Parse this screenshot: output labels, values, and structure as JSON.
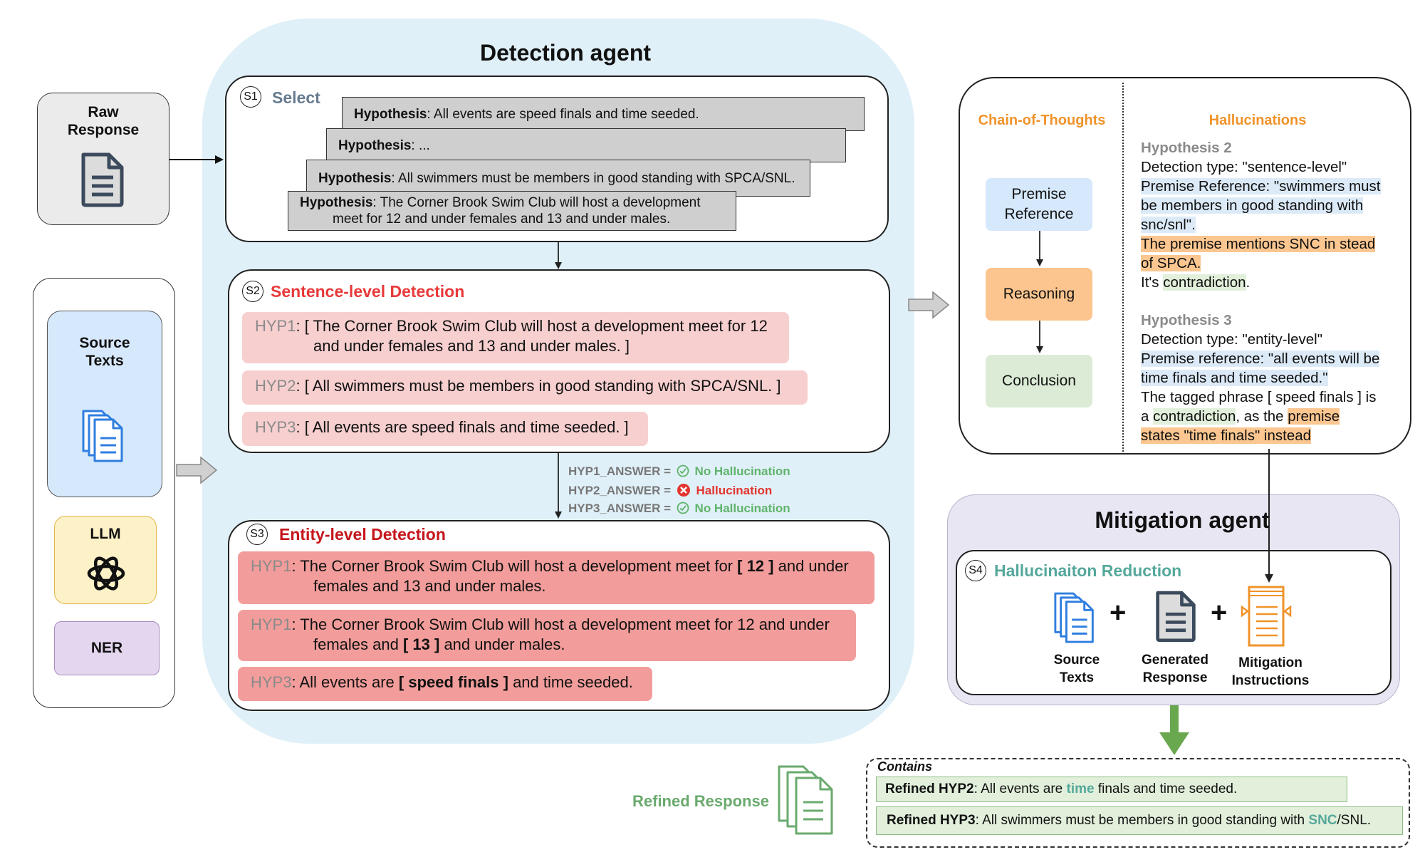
{
  "raw_response": {
    "label_line1": "Raw",
    "label_line2": "Response"
  },
  "inputs": {
    "source_texts_line1": "Source",
    "source_texts_line2": "Texts",
    "llm": "LLM",
    "ner": "NER"
  },
  "detection": {
    "title": "Detection agent",
    "s1": {
      "num": "S1",
      "title": "Select",
      "cards": [
        {
          "bold": "Hypothesis",
          "text": ": All events are speed finals and time seeded."
        },
        {
          "bold": "Hypothesis",
          "text": ": ..."
        },
        {
          "bold": "Hypothesis",
          "text": ": All swimmers must be members in good standing with SPCA/SNL."
        },
        {
          "bold": "Hypothesis",
          "text": ": The Corner Brook Swim Club will host a development",
          "line2": "meet for 12 and under females and 13 and under males."
        }
      ]
    },
    "s2": {
      "num": "S2",
      "title": "Sentence-level Detection",
      "rows": [
        {
          "tag": "HYP1",
          "text": ": [ The Corner Brook Swim Club will host a development meet for 12",
          "line2": "and under females and 13 and under males. ]"
        },
        {
          "tag": "HYP2",
          "text": ": [ All swimmers must be members in good standing with SPCA/SNL. ]"
        },
        {
          "tag": "HYP3",
          "text": ": [ All events are speed finals and time seeded. ]"
        }
      ]
    },
    "answers": [
      {
        "key": "HYP1_ANSWER =",
        "result": "No Hallucination",
        "status": "ok"
      },
      {
        "key": "HYP2_ANSWER =",
        "result": "Hallucination",
        "status": "bad"
      },
      {
        "key": "HYP3_ANSWER =",
        "result": "No Hallucination",
        "status": "ok"
      }
    ],
    "s3": {
      "num": "S3",
      "title": "Entity-level Detection",
      "rows": [
        {
          "tag": "HYP1",
          "pre": ": The Corner Brook Swim Club will host a development meet for ",
          "entity": "[ 12 ]",
          "post": " and under",
          "line2pre": "females and 13 and under males.",
          "line2entity": "",
          "line2post": ""
        },
        {
          "tag": "HYP1",
          "pre": ": The Corner Brook Swim Club will host a development meet for 12 and under",
          "entity": "",
          "post": "",
          "line2pre": "females and ",
          "line2entity": "[ 13 ]",
          "line2post": " and under males."
        },
        {
          "tag": "HYP3",
          "pre": ": All events are ",
          "entity": "[ speed finals ]",
          "post": " and time seeded."
        }
      ]
    }
  },
  "cot": {
    "title": "Chain-of-Thoughts",
    "steps": {
      "premise_line1": "Premise",
      "premise_line2": "Reference",
      "reasoning": "Reasoning",
      "conclusion": "Conclusion"
    }
  },
  "hallucinations": {
    "title": "Hallucinations",
    "h2": {
      "title": "Hypothesis 2",
      "type": "Detection type: \"sentence-level\"",
      "prem1": "Premise Reference: \"swimmers must",
      "prem2": "be members in good standing with",
      "prem3": "snc/snl\".",
      "reason1": "The premise mentions SNC in stead",
      "reason2": "of SPCA.",
      "concl_pre": "It's ",
      "concl_word": "contradiction",
      "concl_post": "."
    },
    "h3": {
      "title": "Hypothesis 3",
      "type": "Detection type: \"entity-level\"",
      "prem1": "Premise reference: \"all events will be",
      "prem2": "time finals and time seeded.\"",
      "r1": "The tagged phrase [ speed finals ] is",
      "r2_pre": "a ",
      "r2_word": "contradiction",
      "r2_mid": ", as the ",
      "r2_hl": "premise",
      "r3": "states \"time finals\" instead"
    }
  },
  "mitigation": {
    "title": "Mitigation agent",
    "s4": {
      "num": "S4",
      "title": "Hallucinaiton Reduction"
    },
    "items": {
      "source_line1": "Source",
      "source_line2": "Texts",
      "generated_line1": "Generated",
      "generated_line2": "Response",
      "mitig_line1": "Mitigation",
      "mitig_line2": "Instructions",
      "plus": "+"
    }
  },
  "refined": {
    "label": "Refined Response",
    "contains": "Contains",
    "items": [
      {
        "bold": "Refined HYP2",
        "pre": ": All events are ",
        "hl": "time",
        "post": " finals and time seeded."
      },
      {
        "bold": "Refined HYP3",
        "pre": ": All swimmers must be members in good standing with ",
        "hl": "SNC",
        "post": "/SNL."
      }
    ]
  },
  "colors": {
    "detection_bg": "#e0f0f8",
    "mitigation_bg": "#e8e6f2",
    "orange_title": "#f0932a",
    "s2_title": "#e8393a",
    "s3_title": "#c5161c",
    "teal": "#55a89b",
    "refined_green": "#6aaa6e",
    "arrow_green": "#6aa84f"
  }
}
